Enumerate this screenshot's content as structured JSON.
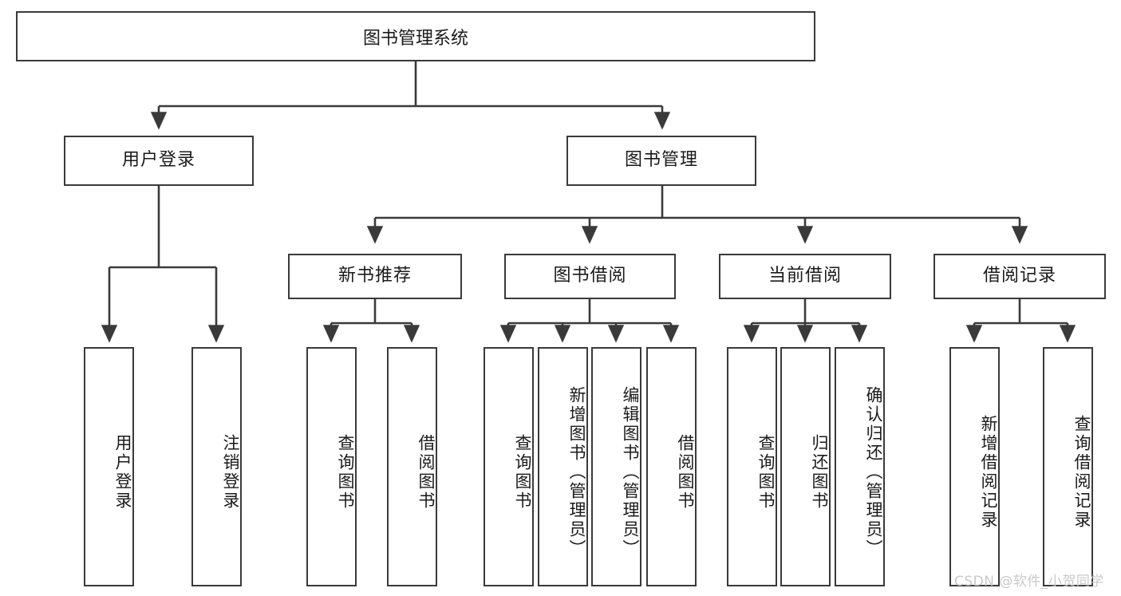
{
  "diagram": {
    "title": "图书管理系统",
    "watermark": "CSDN @软件_小贺同学",
    "line_color": "#3a3a3a",
    "box_fill": "#ffffff",
    "text_color": "#1a1a1a",
    "watermark_color": "#c9c9c9"
  },
  "root": {
    "label": "图书管理系统"
  },
  "level2": [
    {
      "label": "用户登录"
    },
    {
      "label": "图书管理"
    }
  ],
  "level3": [
    {
      "label": "新书推荐"
    },
    {
      "label": "图书借阅"
    },
    {
      "label": "当前借阅"
    },
    {
      "label": "借阅记录"
    }
  ],
  "leaves": {
    "user_login": [
      {
        "label": "用户登录"
      },
      {
        "label": "注销登录"
      }
    ],
    "new_book": [
      {
        "label": "查询图书"
      },
      {
        "label": "借阅图书"
      }
    ],
    "book_borrow": [
      {
        "label": "查询图书"
      },
      {
        "label": "新增图书（管理员）"
      },
      {
        "label": "编辑图书（管理员）"
      },
      {
        "label": "借阅图书"
      }
    ],
    "current_borrow": [
      {
        "label": "查询图书"
      },
      {
        "label": "归还图书"
      },
      {
        "label": "确认归还（管理员）"
      }
    ],
    "borrow_record": [
      {
        "label": "新增借阅记录"
      },
      {
        "label": "查询借阅记录"
      }
    ]
  }
}
